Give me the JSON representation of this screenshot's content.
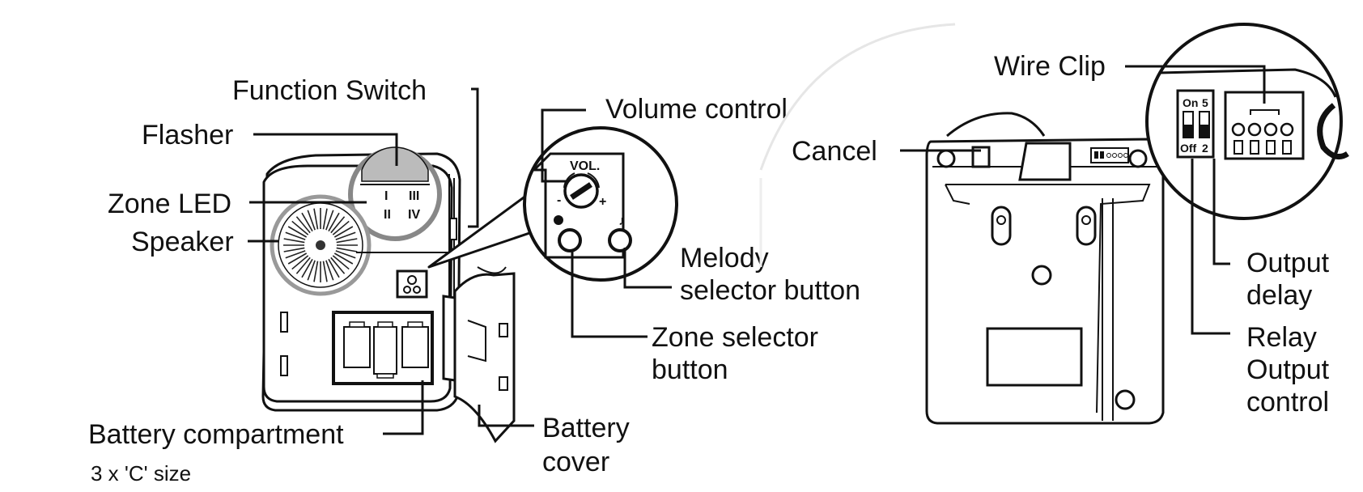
{
  "labels": {
    "function_switch": "Function Switch",
    "flasher": "Flasher",
    "zone_led": "Zone LED",
    "speaker": "Speaker",
    "battery_compartment": "Battery compartment",
    "battery_size": "3 x 'C' size",
    "battery_cover_1": "Battery",
    "battery_cover_2": "cover",
    "volume_control": "Volume control",
    "melody_selector_1": "Melody",
    "melody_selector_2": "selector button",
    "zone_selector_1": "Zone selector",
    "zone_selector_2": "button",
    "wire_clip": "Wire Clip",
    "cancel": "Cancel",
    "output_delay_1": "Output",
    "output_delay_2": "delay",
    "relay_output_1": "Relay",
    "relay_output_2": "Output",
    "relay_output_3": "control"
  },
  "markings": {
    "vol": "VOL.",
    "minus": "-",
    "plus": "+",
    "zone_i": "I",
    "zone_ii": "II",
    "zone_iii": "III",
    "zone_iv": "IV",
    "dip_on": "On",
    "dip_off": "Off",
    "dip_5": "5",
    "dip_2": "2"
  }
}
